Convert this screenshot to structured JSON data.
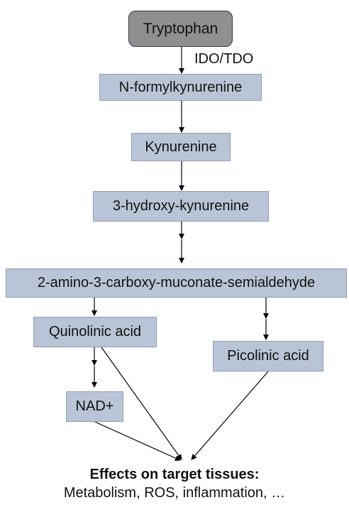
{
  "nodes": {
    "tryptophan": "Tryptophan",
    "n_formylkynurenine": "N-formylkynurenine",
    "kynurenine": "Kynurenine",
    "hydroxy_kynurenine": "3-hydroxy-kynurenine",
    "acms": "2-amino-3-carboxy-muconate-semialdehyde",
    "quinolinic_acid": "Quinolinic acid",
    "picolinic_acid": "Picolinic acid",
    "nad_plus": "NAD+"
  },
  "enzyme_label": "IDO/TDO",
  "effects": {
    "title": "Effects on target tissues:",
    "items": "Metabolism, ROS, inflammation, …"
  }
}
